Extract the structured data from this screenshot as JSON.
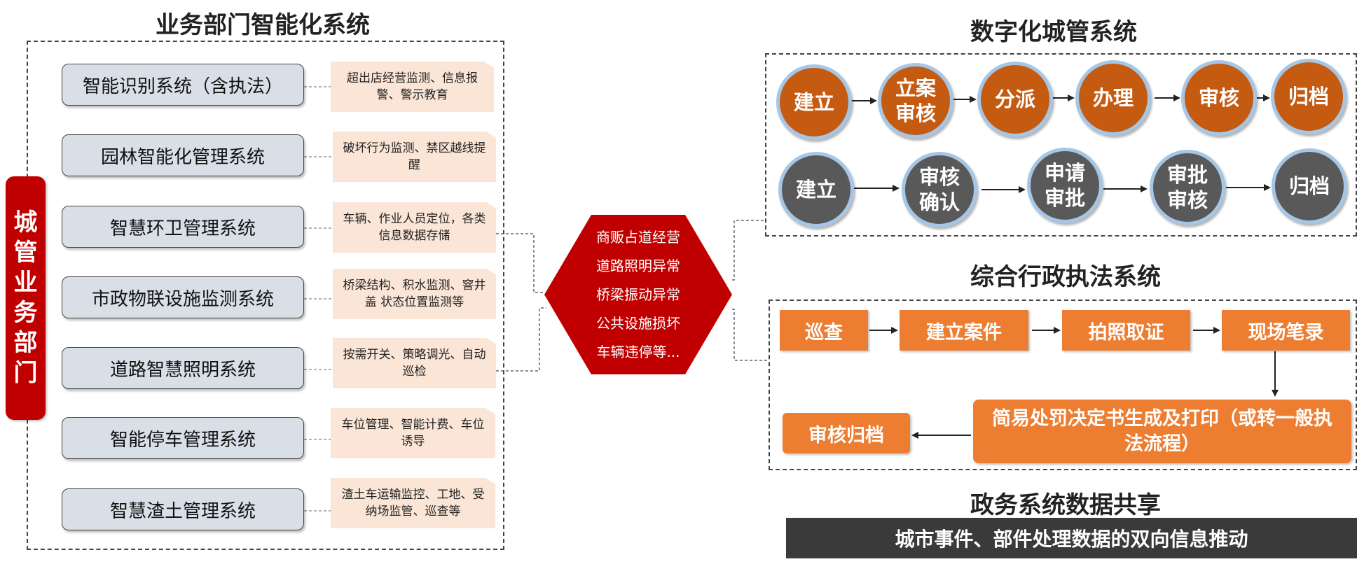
{
  "left_section": {
    "title": "业务部门智能化系统",
    "side_label": "城管业务部门",
    "systems": [
      {
        "name": "智能识别系统（含执法）",
        "desc": "超出店经营监测、信息报警、警示教育"
      },
      {
        "name": "园林智能化管理系统",
        "desc": "破坏行为监测、禁区越线提醒"
      },
      {
        "name": "智慧环卫管理系统",
        "desc": "车辆、作业人员定位，各类信息数据存储"
      },
      {
        "name": "市政物联设施监测系统",
        "desc": "桥梁结构、积水监测、窨井盖 状态位置监测等"
      },
      {
        "name": "道路智慧照明系统",
        "desc": "按需开关、策略调光、自动巡检"
      },
      {
        "name": "智能停车管理系统",
        "desc": "车位管理、智能计费、车位诱导"
      },
      {
        "name": "智慧渣土管理系统",
        "desc": "渣土车运输监控、工地、受纳场监管、巡查等"
      }
    ]
  },
  "center_events": {
    "items": [
      "商贩占道经营",
      "道路照明异常",
      "桥梁振动异常",
      "公共设施损坏",
      "车辆违停等..."
    ]
  },
  "digital_urban": {
    "title": "数字化城管系统",
    "row1": [
      "建立",
      "立案审核",
      "分派",
      "办理",
      "审核",
      "归档"
    ],
    "row2": [
      "建立",
      "审核确认",
      "申请审批",
      "审批审核",
      "归档"
    ],
    "colors": {
      "orange": "#c55a11",
      "gray": "#595959",
      "ring": "#a6c6e6"
    }
  },
  "admin_enforcement": {
    "title": "综合行政执法系统",
    "steps": [
      "巡查",
      "建立案件",
      "拍照取证",
      "现场笔录",
      "简易处罚决定书生成及打印（或转一般执法流程）",
      "审核归档"
    ],
    "accent": "#ed7d31"
  },
  "gov_sharing": {
    "title": "政务系统数据共享",
    "banner": "城市事件、部件处理数据的双向信息推动"
  }
}
